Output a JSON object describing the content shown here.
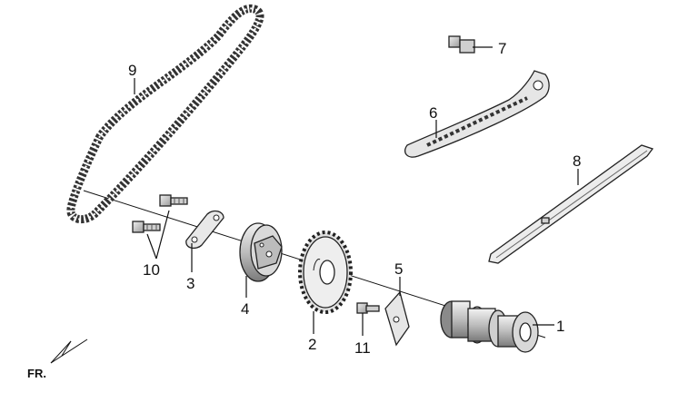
{
  "diagram": {
    "callouts": [
      {
        "id": "1",
        "label": "1"
      },
      {
        "id": "2",
        "label": "2"
      },
      {
        "id": "3",
        "label": "3"
      },
      {
        "id": "4",
        "label": "4"
      },
      {
        "id": "5",
        "label": "5"
      },
      {
        "id": "6",
        "label": "6"
      },
      {
        "id": "7",
        "label": "7"
      },
      {
        "id": "8",
        "label": "8"
      },
      {
        "id": "9",
        "label": "9"
      },
      {
        "id": "10",
        "label": "10"
      },
      {
        "id": "11",
        "label": "11"
      }
    ],
    "front_indicator": "FR."
  },
  "colors": {
    "part_fill_light": "#e6e6e6",
    "part_fill_mid": "#bdbdbd",
    "part_fill_dark": "#6e6e6e",
    "line": "#111111"
  }
}
